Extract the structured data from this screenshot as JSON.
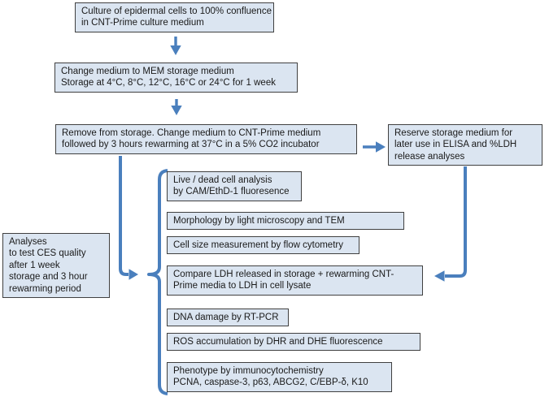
{
  "colors": {
    "arrow_blue": "#4a7fbd",
    "box_fill": "#dbe5f1",
    "box_border": "#404040",
    "text": "#1a1a1a"
  },
  "flow": {
    "culture": {
      "line1": "Culture of epidermal cells to 100% confluence",
      "line2": "in CNT-Prime culture medium"
    },
    "storage": {
      "line1": "Change medium to MEM storage medium",
      "line2": "Storage at 4°C, 8°C, 12°C, 16°C or 24°C for 1 week"
    },
    "rewarm": {
      "line1": "Remove from storage. Change medium to CNT-Prime medium",
      "line2": "followed by 3 hours rewarming at 37°C in a 5% CO2 incubator"
    },
    "reserve": {
      "line1": "Reserve storage medium for",
      "line2": "later use in ELISA and %LDH",
      "line3": "release analyses"
    },
    "analyses_label": {
      "line1": "Analyses",
      "line2": "to test CES quality",
      "line3": "after 1 week",
      "line4": "storage and 3 hour",
      "line5": "rewarming period"
    }
  },
  "analyses": {
    "live_dead": {
      "line1": "Live / dead cell analysis",
      "line2": "by CAM/EthD-1 fluoresence"
    },
    "morphology": {
      "line1": "Morphology by light microscopy and TEM"
    },
    "cell_size": {
      "line1": "Cell size measurement by flow cytometry"
    },
    "ldh_compare": {
      "line1": "Compare LDH released in storage + rewarming CNT-",
      "line2": "Prime media to LDH in cell lysate"
    },
    "dna_damage": {
      "line1": "DNA damage by RT-PCR"
    },
    "ros": {
      "line1": "ROS accumulation by DHR and DHE fluorescence"
    },
    "phenotype": {
      "line1": "Phenotype by immunocytochemistry",
      "line2": "PCNA, caspase-3, p63, ABCG2, C/EBP-δ, K10"
    }
  }
}
